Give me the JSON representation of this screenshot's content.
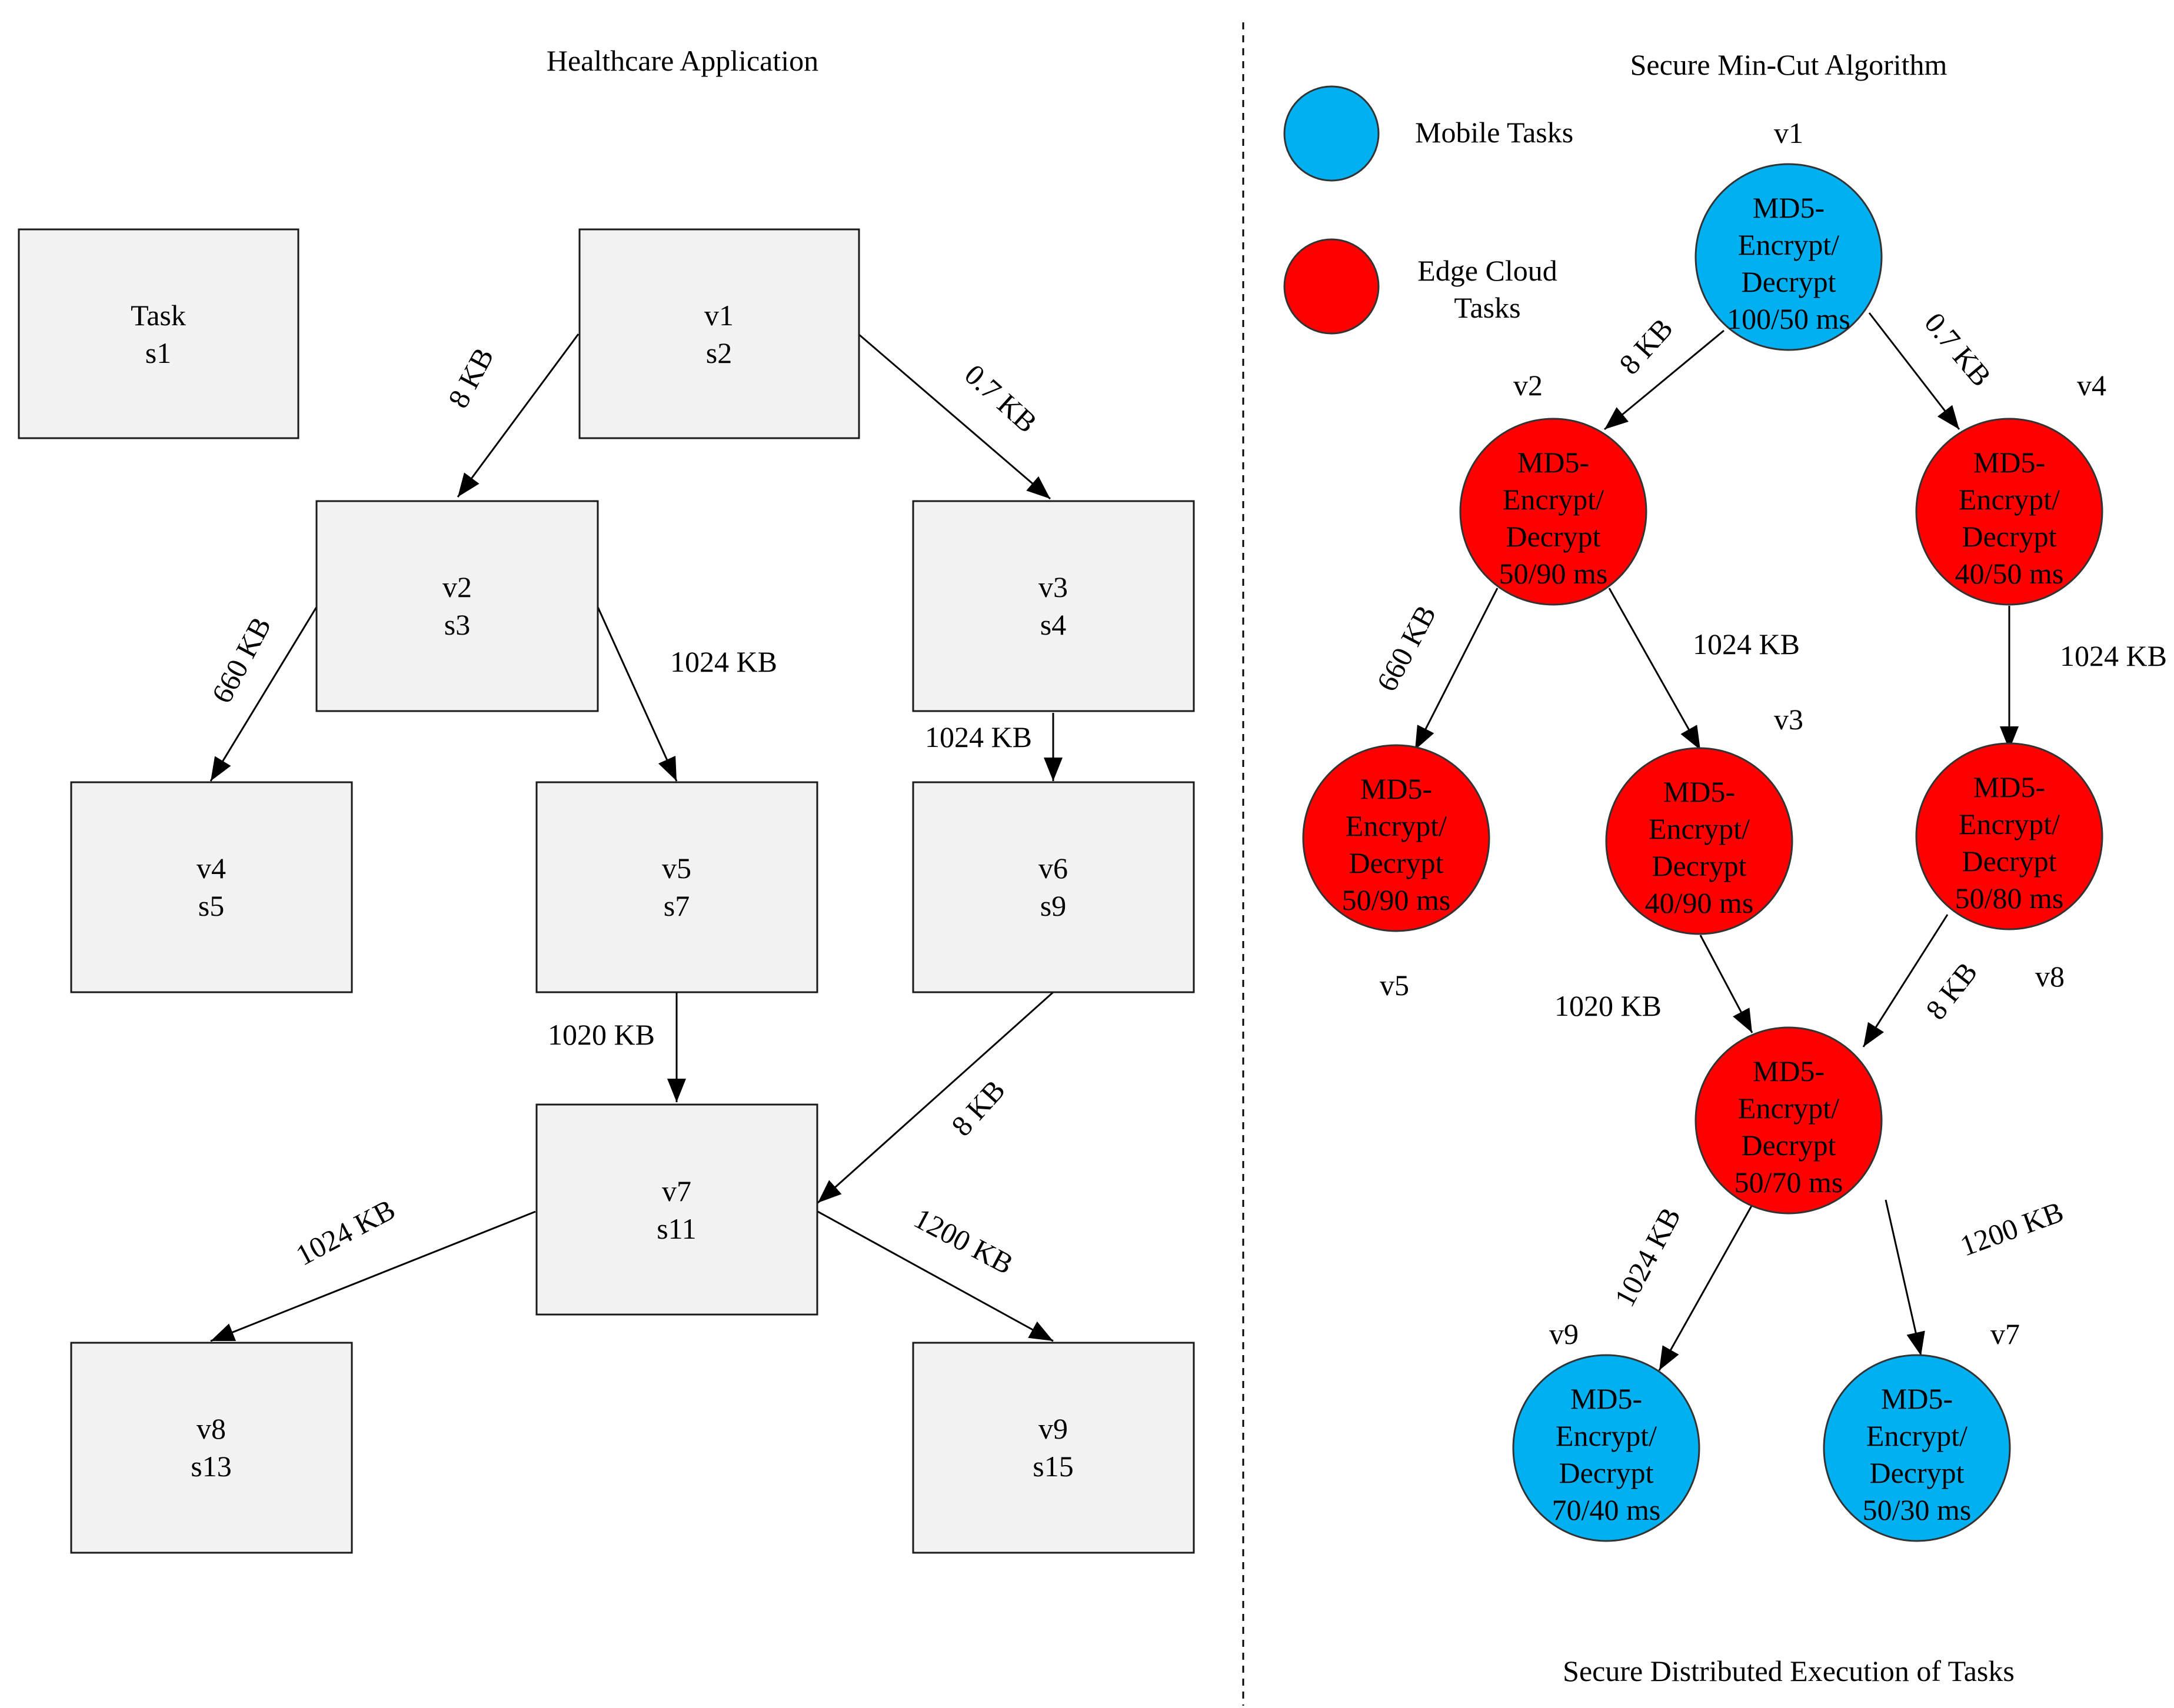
{
  "left_panel": {
    "title": "Healthcare Application",
    "legend_box": {
      "label": "Task",
      "sub": "s1"
    },
    "boxes": [
      {
        "label": "v1",
        "sub": "s2"
      },
      {
        "label": "v2",
        "sub": "s3"
      },
      {
        "label": "v3",
        "sub": "s4"
      },
      {
        "label": "v4",
        "sub": "s5"
      },
      {
        "label": "v5",
        "sub": "s7"
      },
      {
        "label": "v6",
        "sub": "s9"
      },
      {
        "label": "v7",
        "sub": "s11"
      },
      {
        "label": "v8",
        "sub": "s13"
      },
      {
        "label": "v9",
        "sub": "s15"
      }
    ],
    "edges": [
      {
        "from": "v1",
        "to": "v2",
        "label": "8 KB"
      },
      {
        "from": "v1",
        "to": "v3",
        "label": "0.7 KB"
      },
      {
        "from": "v2",
        "to": "v4",
        "label": "660 KB"
      },
      {
        "from": "v2",
        "to": "v5",
        "label": "1024 KB"
      },
      {
        "from": "v3",
        "to": "v6",
        "label": "1024 KB"
      },
      {
        "from": "v5",
        "to": "v7",
        "label": "1020 KB"
      },
      {
        "from": "v6",
        "to": "v7",
        "label": "8 KB"
      },
      {
        "from": "v7",
        "to": "v8",
        "label": "1024 KB"
      },
      {
        "from": "v7",
        "to": "v9",
        "label": "1200 KB"
      }
    ]
  },
  "right_panel": {
    "title": "Secure Min-Cut Algorithm",
    "footer": "Secure Distributed Execution of Tasks",
    "legend": [
      {
        "label_lines": [
          "Mobile Tasks"
        ],
        "color": "#00b0f0"
      },
      {
        "label_lines": [
          "Edge Cloud",
          "Tasks"
        ],
        "color": "#ff0000"
      }
    ],
    "nodes": [
      {
        "id": "v1",
        "lines": [
          "MD5-",
          "Encrypt/",
          "Decrypt",
          "100/50 ms"
        ],
        "kind": "mobile"
      },
      {
        "id": "v2",
        "lines": [
          "MD5-",
          "Encrypt/",
          "Decrypt",
          "50/90 ms"
        ],
        "kind": "edge"
      },
      {
        "id": "v4",
        "lines": [
          "MD5-",
          "Encrypt/",
          "Decrypt",
          "40/50 ms"
        ],
        "kind": "edge"
      },
      {
        "id": "v5",
        "lines": [
          "MD5-",
          "Encrypt/",
          "Decrypt",
          "50/90 ms"
        ],
        "kind": "edge"
      },
      {
        "id": "v3",
        "lines": [
          "MD5-",
          "Encrypt/",
          "Decrypt",
          "40/90 ms"
        ],
        "kind": "edge"
      },
      {
        "id": "v8",
        "lines": [
          "MD5-",
          "Encrypt/",
          "Decrypt",
          "50/80 ms"
        ],
        "kind": "edge"
      },
      {
        "id": "v6",
        "lines": [
          "MD5-",
          "Encrypt/",
          "Decrypt",
          "50/70 ms"
        ],
        "kind": "edge"
      },
      {
        "id": "v9",
        "lines": [
          "MD5-",
          "Encrypt/",
          "Decrypt",
          "70/40 ms"
        ],
        "kind": "mobile"
      },
      {
        "id": "v7",
        "lines": [
          "MD5-",
          "Encrypt/",
          "Decrypt",
          "50/30 ms"
        ],
        "kind": "mobile"
      }
    ],
    "edges": [
      {
        "from": "v1",
        "to": "v2",
        "label": "8 KB"
      },
      {
        "from": "v1",
        "to": "v4",
        "label": "0.7 KB"
      },
      {
        "from": "v2",
        "to": "v5",
        "label": "660 KB"
      },
      {
        "from": "v2",
        "to": "v3",
        "label": "1024 KB"
      },
      {
        "from": "v4",
        "to": "v8",
        "label": "1024 KB"
      },
      {
        "from": "v3",
        "to": "v6",
        "label": "1020 KB"
      },
      {
        "from": "v8",
        "to": "v6",
        "label": "8 KB"
      },
      {
        "from": "v6",
        "to": "v9",
        "label": "1024 KB"
      },
      {
        "from": "v6",
        "to": "v7",
        "label": "1200 KB"
      }
    ]
  }
}
